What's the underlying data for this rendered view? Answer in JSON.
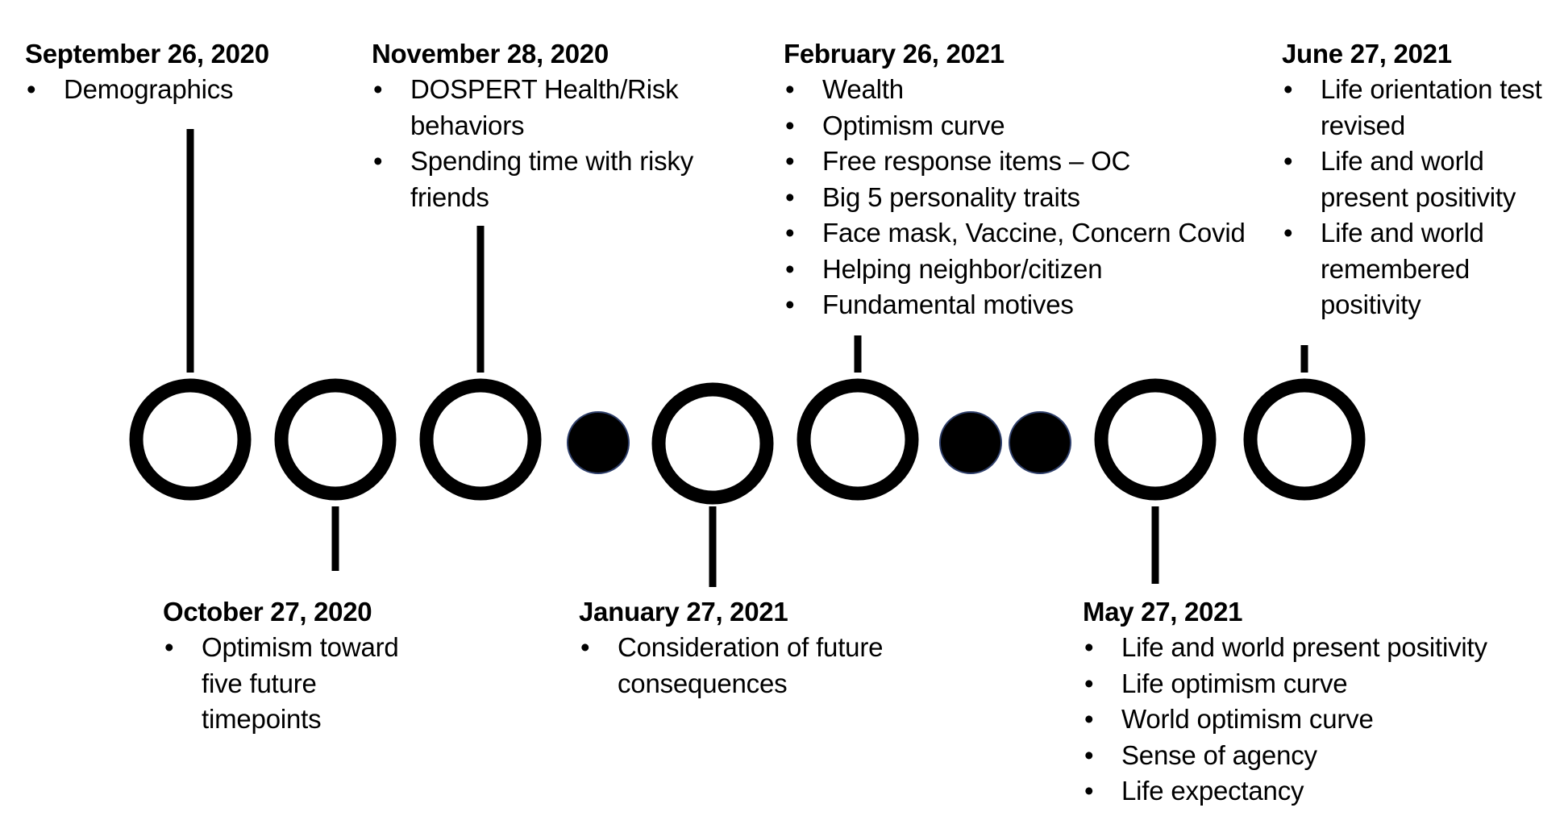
{
  "timeline": {
    "events": [
      {
        "date": "September 26, 2020",
        "items": [
          "Demographics"
        ]
      },
      {
        "date": "October 27, 2020",
        "items": [
          "Optimism toward five future timepoints"
        ]
      },
      {
        "date": "November 28, 2020",
        "items": [
          "DOSPERT Health/Risk behaviors",
          "Spending time with risky friends"
        ]
      },
      {
        "date": "January 27, 2021",
        "items": [
          "Consideration of future consequences"
        ]
      },
      {
        "date": "February 26, 2021",
        "items": [
          "Wealth",
          "Optimism curve",
          "Free response items – OC",
          "Big 5 personality traits",
          "Face mask, Vaccine, Concern Covid",
          "Helping neighbor/citizen",
          "Fundamental motives"
        ]
      },
      {
        "date": "May 27, 2021",
        "items": [
          "Life and world present positivity",
          "Life optimism curve",
          "World optimism curve",
          "Sense of agency",
          "Life expectancy"
        ]
      },
      {
        "date": "June 27, 2021",
        "items": [
          "Life orientation test revised",
          "Life and world present positivity",
          "Life and world remembered positivity"
        ]
      }
    ]
  },
  "colors": {
    "ring": "#000000",
    "dot_fill": "#000000",
    "dot_stroke": "#2f3f6a"
  }
}
